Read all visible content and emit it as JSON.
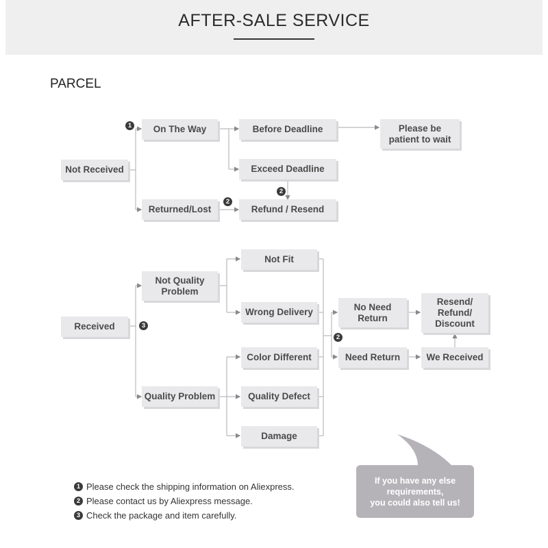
{
  "header": {
    "title": "AFTER-SALE SERVICE"
  },
  "section": {
    "title": "PARCEL"
  },
  "boxes": {
    "not_received": "Not Received",
    "on_the_way": "On The Way",
    "before_deadline": "Before Deadline",
    "please_be_patient": "Please be\npatient to wait",
    "exceed_deadline": "Exceed Deadline",
    "returned_lost": "Returned/Lost",
    "refund_resend": "Refund / Resend",
    "received": "Received",
    "not_quality_problem": "Not Quality\nProblem",
    "quality_problem": "Quality Problem",
    "not_fit": "Not Fit",
    "wrong_delivery": "Wrong Delivery",
    "color_different": "Color Different",
    "quality_defect": "Quality Defect",
    "damage": "Damage",
    "no_need_return": "No Need\nReturn",
    "need_return": "Need Return",
    "resend_refund_discount": "Resend/\nRefund/\nDiscount",
    "we_received": "We Received"
  },
  "badges": {
    "one": "1",
    "two": "2",
    "three": "3"
  },
  "notes": [
    {
      "badge": "1",
      "text": "Please check the shipping information on Aliexpress."
    },
    {
      "badge": "2",
      "text": "Please contact us by Aliexpress message."
    },
    {
      "badge": "3",
      "text": "Check the package and item carefully."
    }
  ],
  "bubble": {
    "text": "If you have any else\nrequirements,\nyou could also tell us!"
  },
  "colors": {
    "box": "#e9e8ea",
    "line": "#b9b9bd",
    "badge": "#3a3a3a",
    "bubble": "#b5b3b8"
  }
}
